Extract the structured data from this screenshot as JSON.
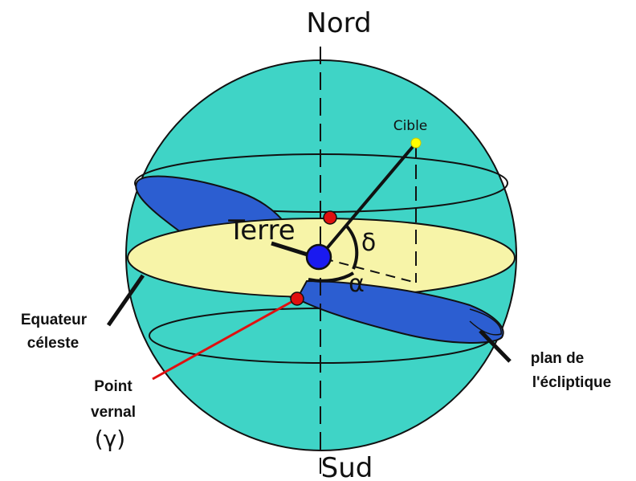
{
  "labels": {
    "north": "Nord",
    "south": "Sud",
    "earth": "Terre",
    "target": "Cible",
    "declination": "δ",
    "right_ascension": "α",
    "equator_line1": "Equateur",
    "equator_line2": "céleste",
    "ecliptic_line1": "plan de",
    "ecliptic_line2": "l'écliptique",
    "vernal_line1": "Point",
    "vernal_line2": "vernal",
    "vernal_symbol": "(γ)"
  },
  "colors": {
    "sphere": "#3fd4c6",
    "equator_plane": "#f7f4a8",
    "ecliptic_plane": "#2c5ed1",
    "earth": "#1a1af0",
    "vernal_point": "#e01010",
    "target_point": "#ffff00",
    "outline": "#111111"
  }
}
